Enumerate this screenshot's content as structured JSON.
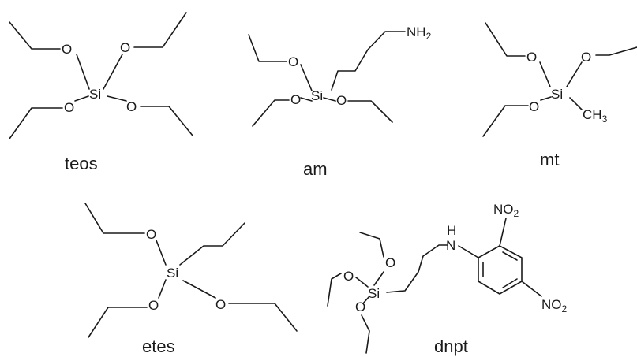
{
  "compounds": {
    "teos": {
      "name": "teos",
      "si": "Si",
      "o": "O"
    },
    "am": {
      "name": "am",
      "si": "Si",
      "o": "O",
      "amine": "NH",
      "amine_sub": "2"
    },
    "mt": {
      "name": "mt",
      "si": "Si",
      "o": "O",
      "methyl": "CH",
      "methyl_sub": "3"
    },
    "etes": {
      "name": "etes",
      "si": "Si",
      "o": "O"
    },
    "dnpt": {
      "name": "dnpt",
      "si": "Si",
      "o": "O",
      "nh": "H",
      "n": "N",
      "nitro": "NO",
      "nitro_sub": "2"
    }
  }
}
